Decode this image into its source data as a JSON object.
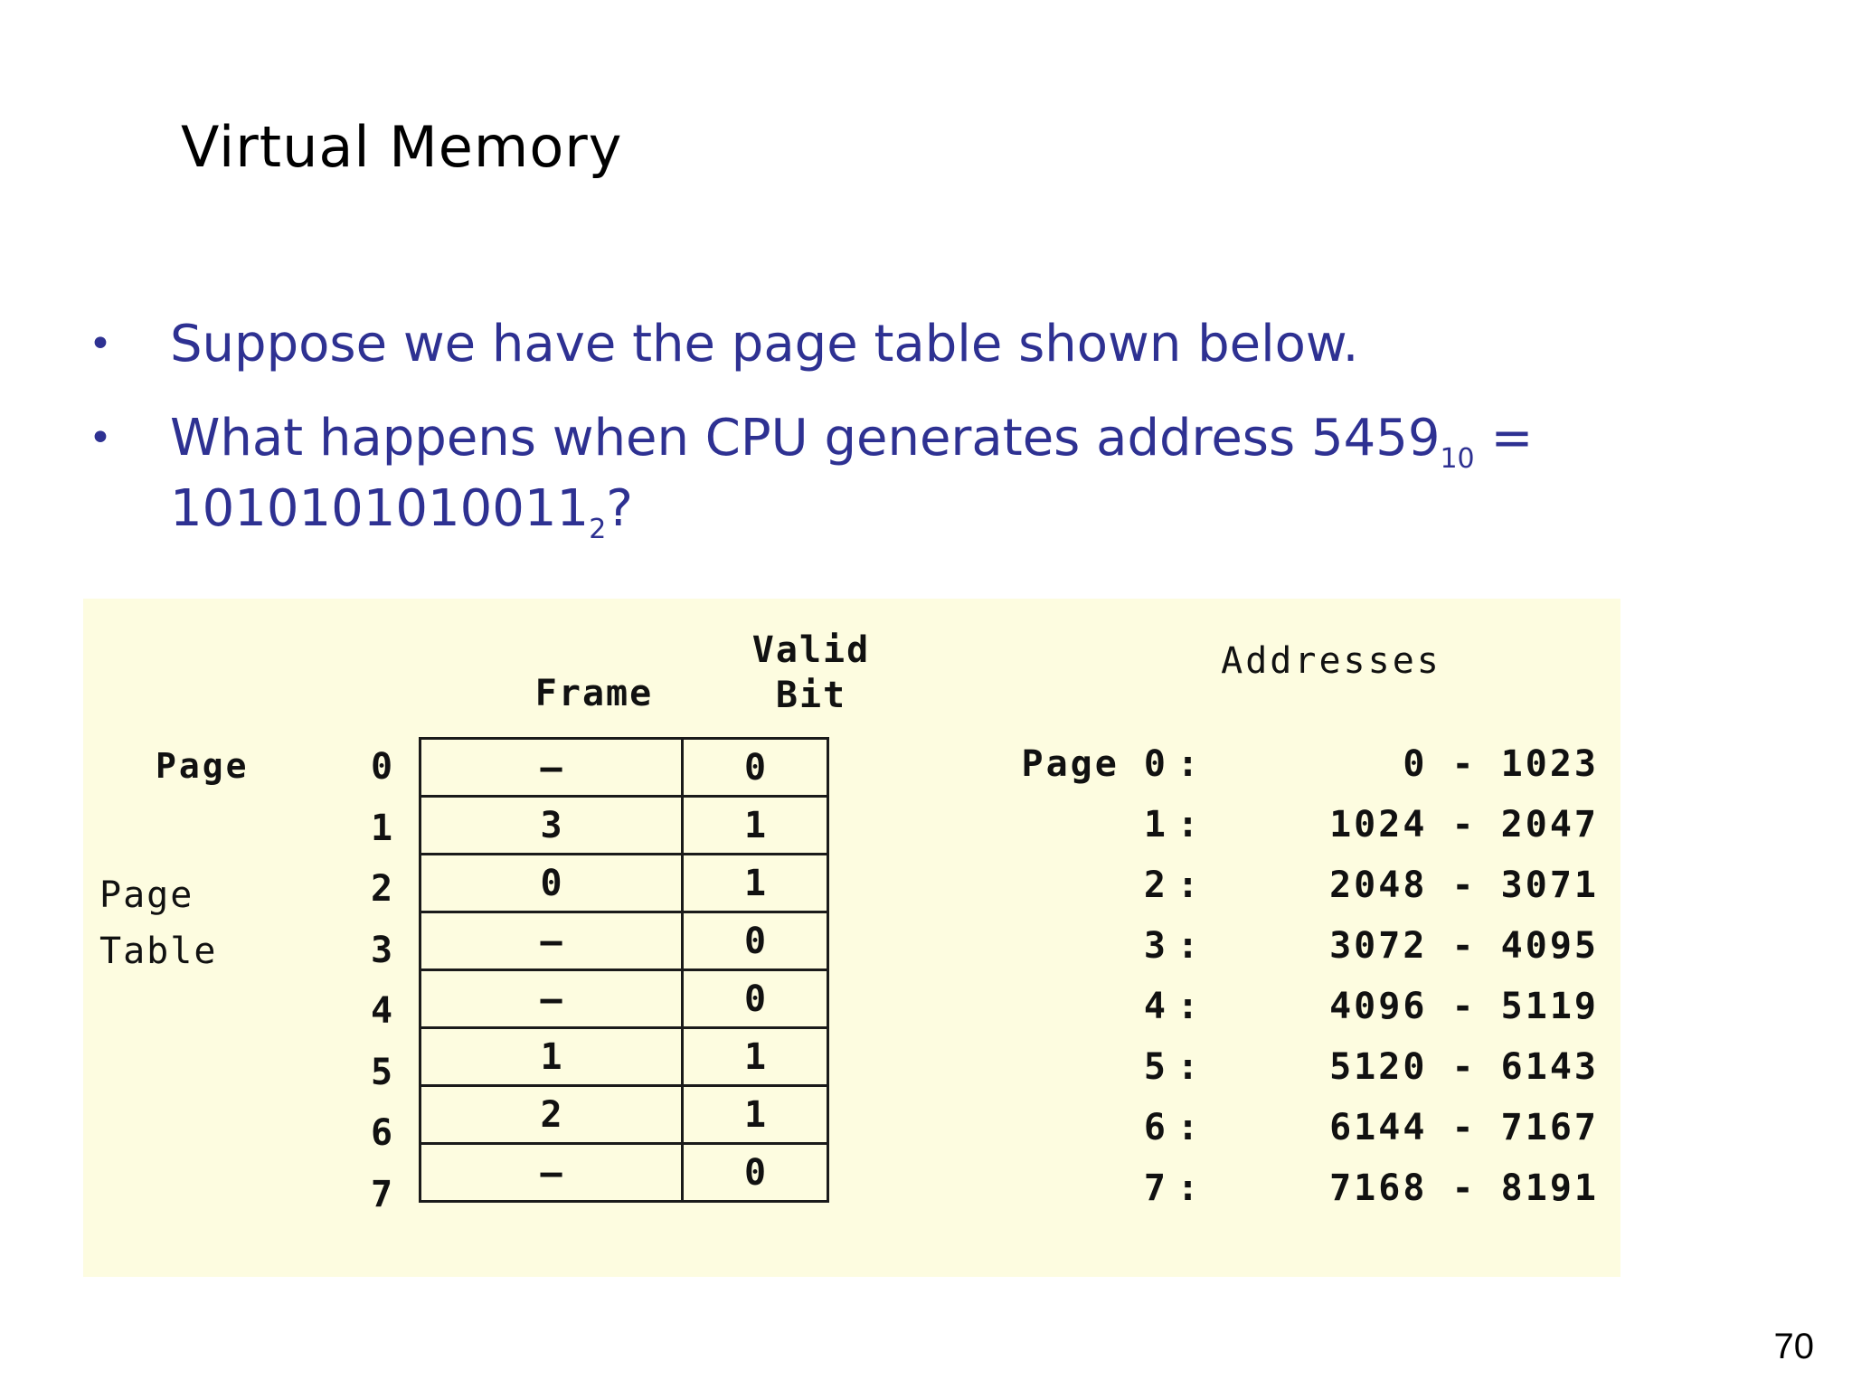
{
  "slide": {
    "title": "Virtual Memory",
    "number": "70"
  },
  "bullets": [
    {
      "marker": "•",
      "text": "Suppose we have the page table shown below."
    },
    {
      "marker": "•",
      "text_part1": "What happens when CPU generates address 5459",
      "sub1": "10",
      "text_part2": " = 1010101010011",
      "sub2": "2",
      "text_part3": "?"
    }
  ],
  "figure": {
    "background_color": "#fdfce0",
    "page_table": {
      "side_caption": "Page\nTable",
      "row_label_prefix": "Page",
      "headers": {
        "frame": "Frame",
        "valid_bit": "Valid\nBit",
        "valid_bit_line1": "Valid",
        "valid_bit_line2": "Bit"
      },
      "rows": [
        {
          "page": "0",
          "frame": "–",
          "valid": "0"
        },
        {
          "page": "1",
          "frame": "3",
          "valid": "1"
        },
        {
          "page": "2",
          "frame": "0",
          "valid": "1"
        },
        {
          "page": "3",
          "frame": "–",
          "valid": "0"
        },
        {
          "page": "4",
          "frame": "–",
          "valid": "0"
        },
        {
          "page": "5",
          "frame": "1",
          "valid": "1"
        },
        {
          "page": "6",
          "frame": "2",
          "valid": "1"
        },
        {
          "page": "7",
          "frame": "–",
          "valid": "0"
        }
      ]
    },
    "addresses": {
      "header": "Addresses",
      "rows": [
        {
          "prefix": "Page 0",
          "sep": ":",
          "range": "0 - 1023"
        },
        {
          "prefix": "1",
          "sep": ":",
          "range": "1024 - 2047"
        },
        {
          "prefix": "2",
          "sep": ":",
          "range": "2048 - 3071"
        },
        {
          "prefix": "3",
          "sep": ":",
          "range": "3072 - 4095"
        },
        {
          "prefix": "4",
          "sep": ":",
          "range": "4096 - 5119"
        },
        {
          "prefix": "5",
          "sep": ":",
          "range": "5120 - 6143"
        },
        {
          "prefix": "6",
          "sep": ":",
          "range": "6144 - 7167"
        },
        {
          "prefix": "7",
          "sep": ":",
          "range": "7168 - 8191"
        }
      ]
    }
  },
  "colors": {
    "title": "#000000",
    "body_text": "#2e3192",
    "figure_bg": "#fdfce0",
    "table_border": "#1a1a1a"
  }
}
